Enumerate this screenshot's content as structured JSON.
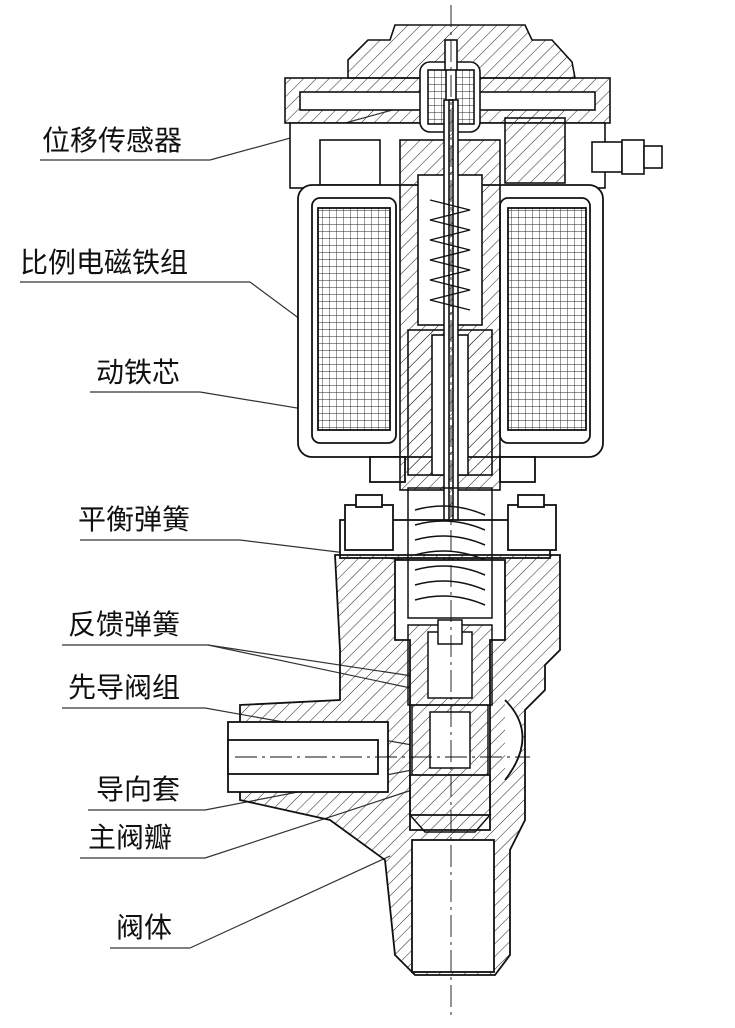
{
  "labels": {
    "displacement_sensor": "位移传感器",
    "proportional_solenoid_group": "比例电磁铁组",
    "moving_core": "动铁芯",
    "balance_spring": "平衡弹簧",
    "feedback_spring": "反馈弹簧",
    "pilot_valve_group": "先导阀组",
    "guide_sleeve": "导向套",
    "main_valve_disc": "主阀瓣",
    "valve_body": "阀体"
  }
}
